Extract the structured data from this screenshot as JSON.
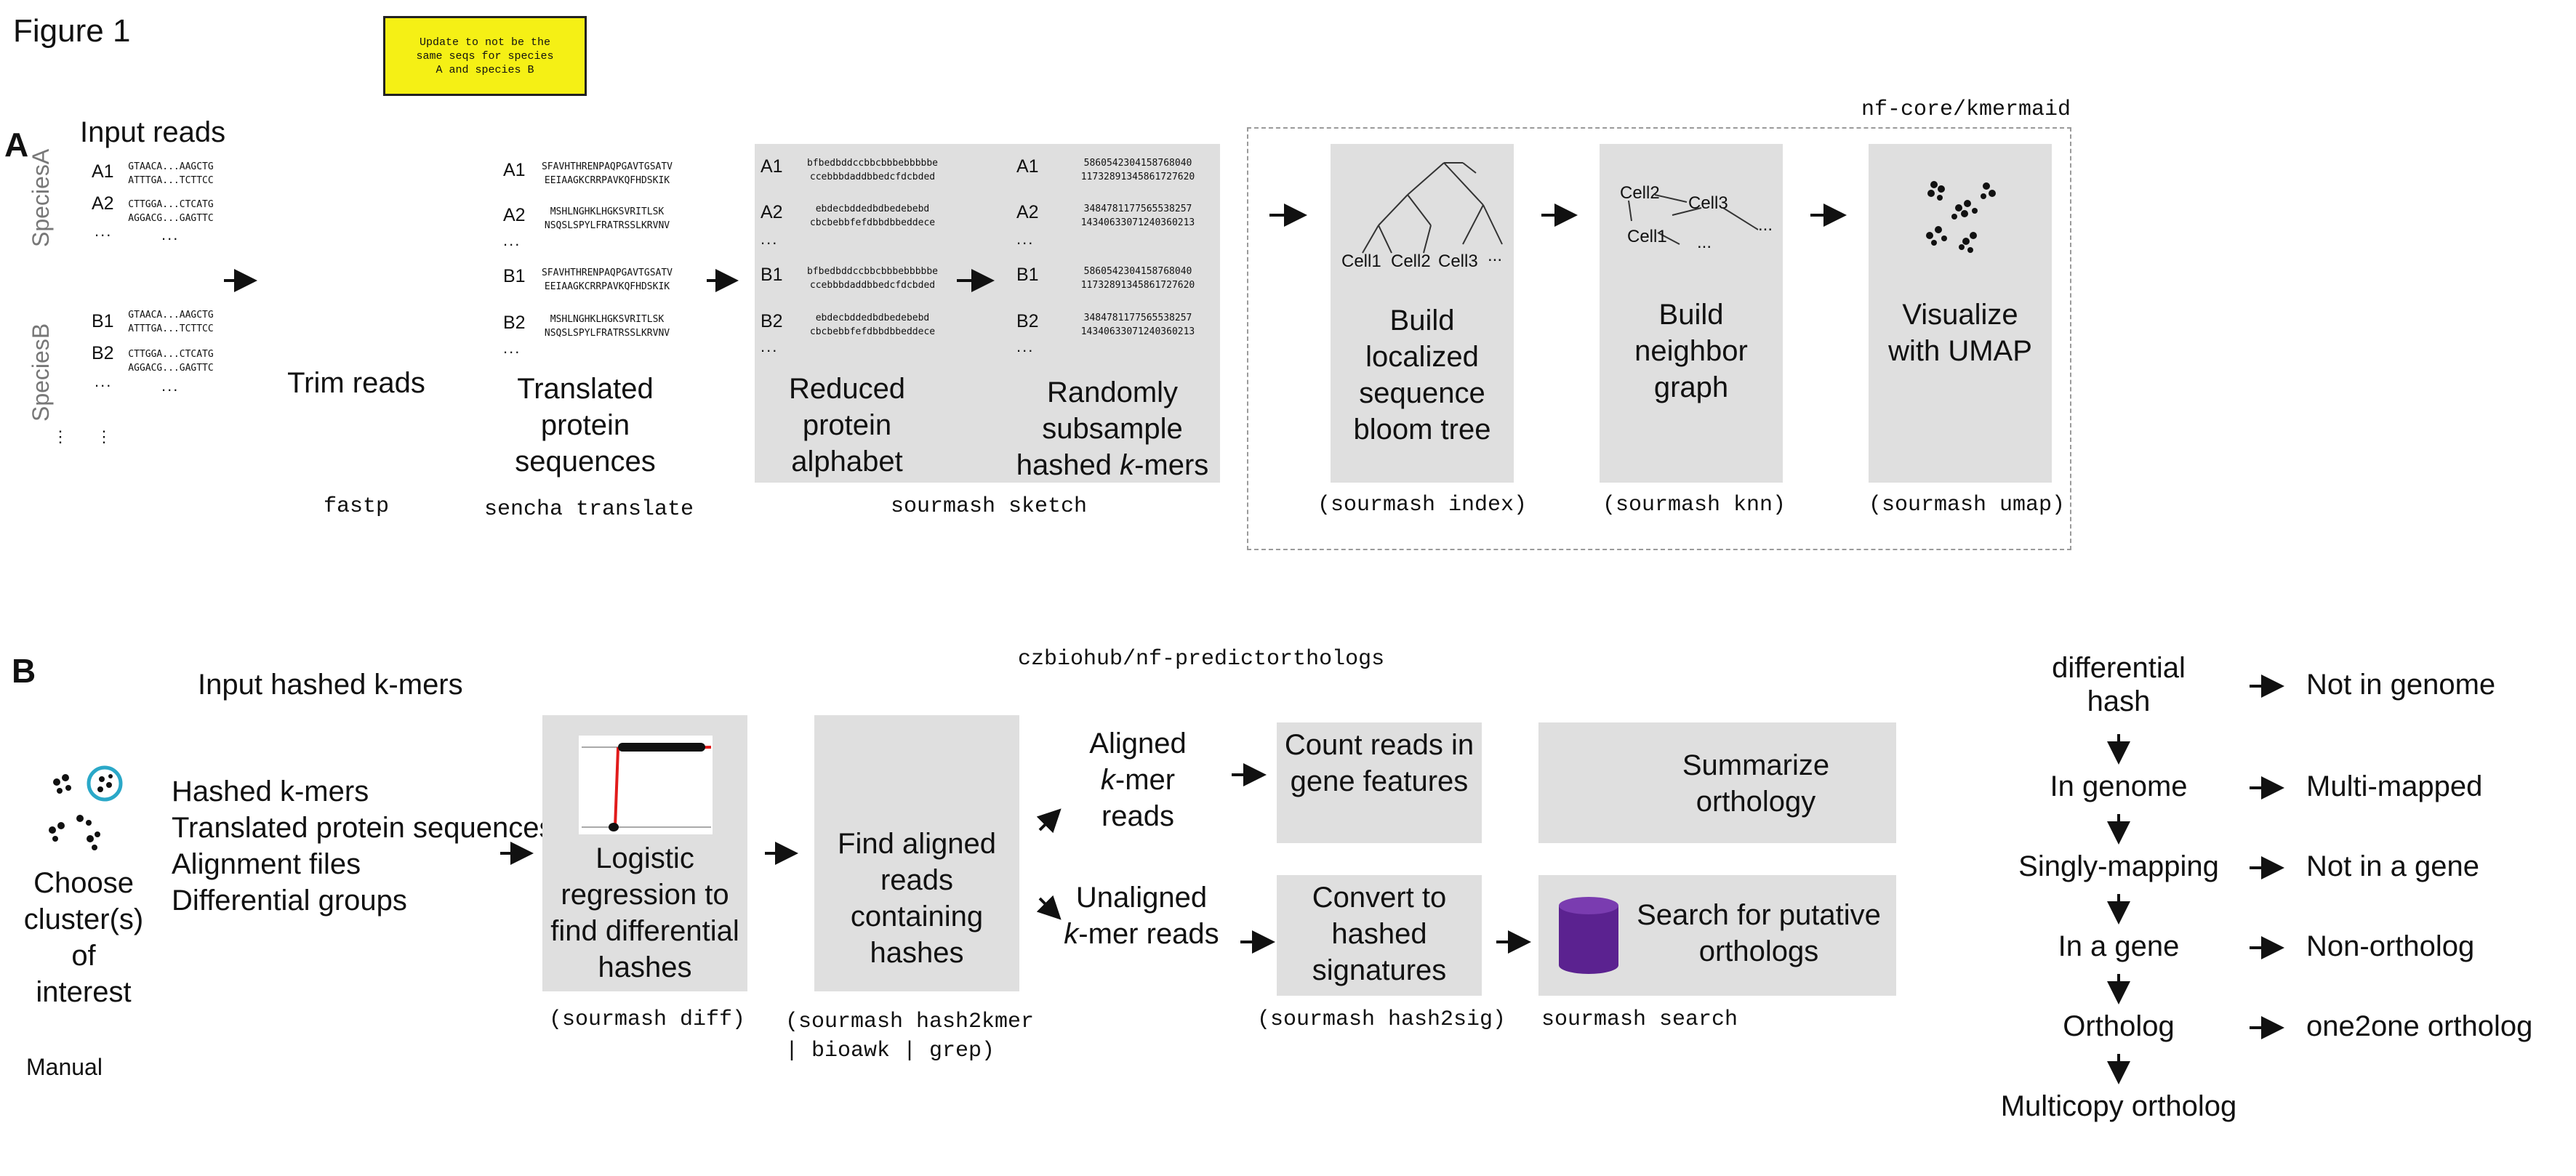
{
  "figure_title": "Figure 1",
  "sticky_note": "Update to not be the same seqs for species A and species B",
  "panel_a": {
    "letter": "A",
    "input_reads": {
      "title": "Input reads",
      "species_a": "SpeciesA",
      "species_b": "SpeciesB",
      "reads": [
        {
          "id": "A1",
          "l1": "GTAACA...AAGCTG",
          "l2": "ATTTGA...TCTTCC"
        },
        {
          "id": "A2",
          "l1": "CTTGGA...CTCATG",
          "l2": "AGGACG...GAGTTC"
        },
        {
          "id": "B1",
          "l1": "GTAACA...AAGCTG",
          "l2": "ATTTGA...TCTTCC"
        },
        {
          "id": "B2",
          "l1": "CTTGGA...CTCATG",
          "l2": "AGGACG...GAGTTC"
        }
      ]
    },
    "trim": {
      "label": "Trim reads",
      "tool": "fastp"
    },
    "translated": {
      "label": "Translated protein sequences",
      "tool": "sencha translate",
      "seqs": [
        {
          "id": "A1",
          "l1": "SFAVHTHRENPAQPGAVTGSATV",
          "l2": "EEIAAGKCRRPAVKQFHDSKIK"
        },
        {
          "id": "A2",
          "l1": "MSHLNGHKLHGKSVRITLSK",
          "l2": "NSQSLSPYLFRATRSSLKRVNV"
        },
        {
          "id": "B1",
          "l1": "SFAVHTHRENPAQPGAVTGSATV",
          "l2": "EEIAAGKCRRPAVKQFHDSKIK"
        },
        {
          "id": "B2",
          "l1": "MSHLNGHKLHGKSVRITLSK",
          "l2": "NSQSLSPYLFRATRSSLKRVNV"
        }
      ]
    },
    "reduced": {
      "label": "Reduced protein alphabet",
      "seqs": [
        {
          "id": "A1",
          "l1": "bfbedbddccbbcbbbebbbbbe",
          "l2": "ccebbbdaddbbedcfdcbded"
        },
        {
          "id": "A2",
          "l1": "ebdecbddedbdbedebebd",
          "l2": "cbcbebbfefdbbdbbeddece"
        },
        {
          "id": "B1",
          "l1": "bfbedbddccbbcbbbebbbbbe",
          "l2": "ccebbbdaddbbedcfdcbded"
        },
        {
          "id": "B2",
          "l1": "ebdecbddedbdbedebebd",
          "l2": "cbcbebbfefdbbdbbeddece"
        }
      ]
    },
    "hashed": {
      "label_pre": "Randomly subsample hashed ",
      "label_k": "k",
      "label_post": "-mers",
      "seqs": [
        {
          "id": "A1",
          "l1": "5860542304158768040",
          "l2": "11732891345861727620"
        },
        {
          "id": "A2",
          "l1": "3484781177565538257",
          "l2": "14340633071240360213"
        },
        {
          "id": "B1",
          "l1": "5860542304158768040",
          "l2": "11732891345861727620"
        },
        {
          "id": "B2",
          "l1": "3484781177565538257",
          "l2": "14340633071240360213"
        }
      ]
    },
    "sketch_tool": "sourmash sketch",
    "pipeline_name": "nf-core/kmermaid",
    "bloom": {
      "label": "Build localized sequence bloom tree",
      "tool": "(sourmash index)",
      "leaves": [
        "Cell1",
        "Cell2",
        "Cell3",
        "..."
      ]
    },
    "neighbor": {
      "label": "Build neighbor graph",
      "tool": "(sourmash knn)",
      "nodes": [
        "Cell2",
        "Cell3",
        "Cell1",
        "...",
        "..."
      ]
    },
    "umap": {
      "label": "Visualize with UMAP",
      "tool": "(sourmash umap)"
    }
  },
  "panel_b": {
    "letter": "B",
    "pipeline_name": "czbiohub/nf-predictorthologs",
    "input_hashed": "Input hashed k-mers",
    "choose": "Choose cluster(s) of interest",
    "manual": "Manual",
    "inputs": [
      "Hashed k-mers",
      "Translated protein sequences",
      "Alignment files",
      "Differential groups"
    ],
    "logistic": {
      "label": "Logistic regression to find differential hashes",
      "tool": "(sourmash diff)"
    },
    "find": {
      "label": "Find aligned reads containing hashes",
      "tool": "(sourmash hash2kmer\n| bioawk | grep)"
    },
    "aligned": {
      "pre": "Aligned",
      "k": "k",
      "post": "-mer reads"
    },
    "unaligned": {
      "pre": "Unaligned",
      "k": "k",
      "post": "-mer reads"
    },
    "count": {
      "label": "Count reads in gene features"
    },
    "convert": {
      "label": "Convert to hashed signatures",
      "tool": "(sourmash hash2sig)"
    },
    "summarize": {
      "label": "Summarize orthology"
    },
    "search": {
      "label": "Search for putative orthologs",
      "tool": "sourmash search"
    },
    "flow": [
      {
        "left": "differential hash",
        "right": "Not in genome"
      },
      {
        "left": "In genome",
        "right": "Multi-mapped"
      },
      {
        "left": "Singly-mapping",
        "right": "Not in a gene"
      },
      {
        "left": "In a gene",
        "right": "Non-ortholog"
      },
      {
        "left": "Ortholog",
        "right": "one2one ortholog"
      },
      {
        "left": "Multicopy ortholog",
        "right": ""
      }
    ]
  },
  "colors": {
    "sticky": "#f5f015",
    "panel_gray": "#dfdfdf",
    "cylinder": "#5b2290",
    "highlight_circle": "#2aa8c8",
    "logistic_curve": "#e11b1b"
  }
}
